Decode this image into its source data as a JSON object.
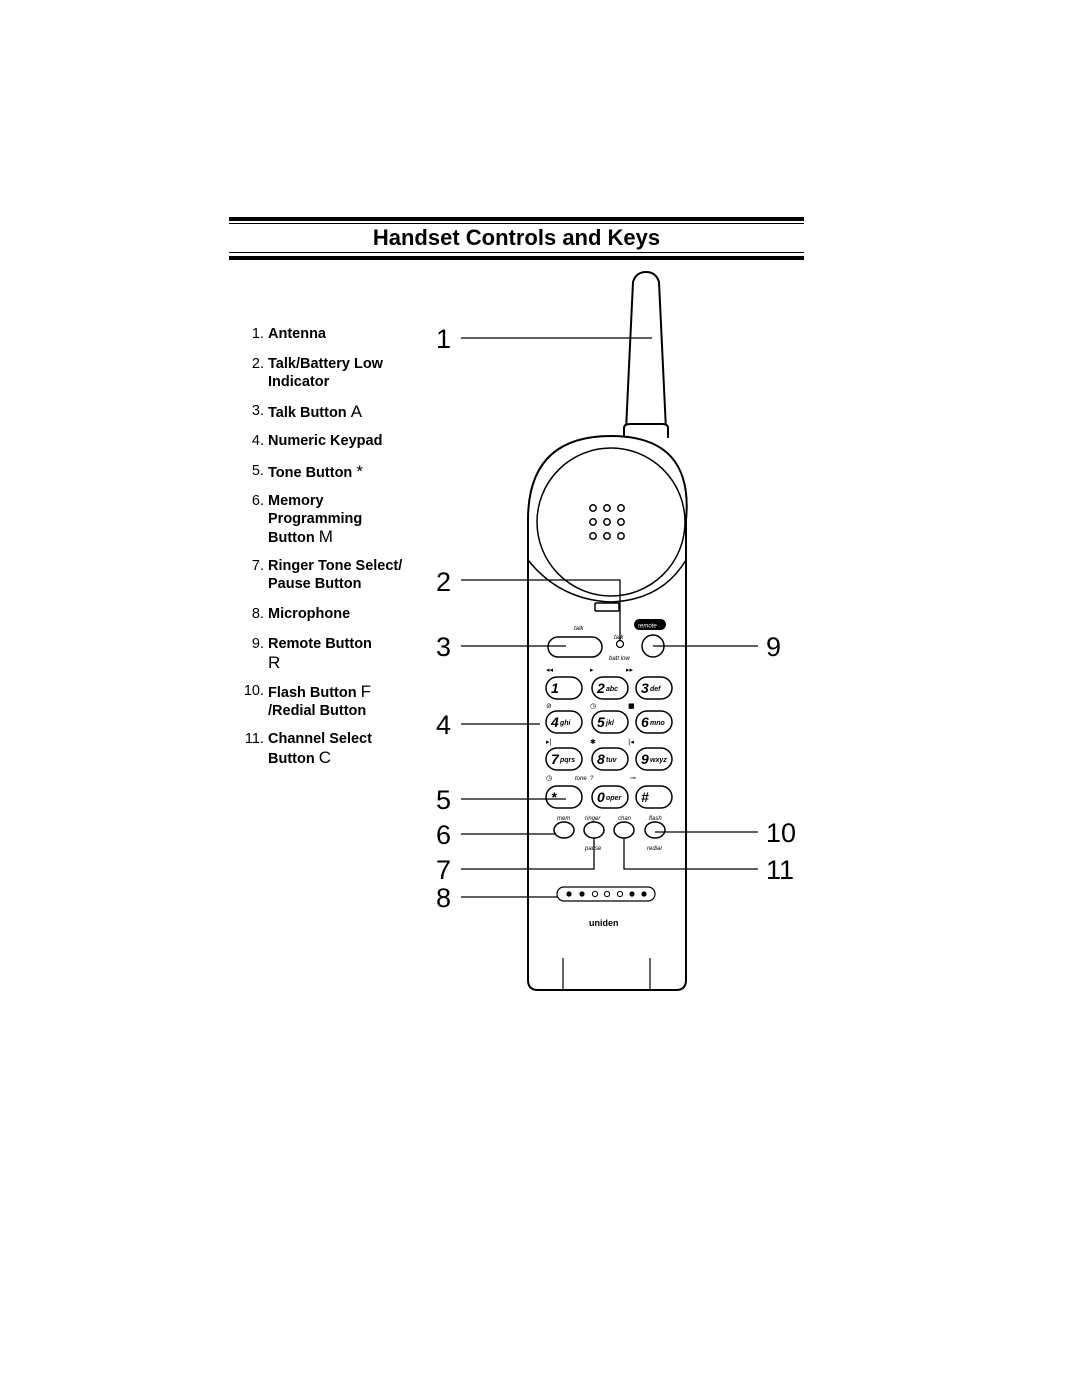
{
  "page": {
    "title": "Handset Controls and Keys"
  },
  "legend": [
    {
      "num": "1.",
      "lines": [
        "Antenna"
      ],
      "glyph": ""
    },
    {
      "num": "2.",
      "lines": [
        "Talk/Battery Low",
        "Indicator"
      ],
      "glyph": ""
    },
    {
      "num": "3.",
      "lines": [
        "Talk Button"
      ],
      "glyph": "A"
    },
    {
      "num": "4.",
      "lines": [
        "Numeric Keypad"
      ],
      "glyph": ""
    },
    {
      "num": "5.",
      "lines": [
        "Tone Button"
      ],
      "glyph": "*"
    },
    {
      "num": "6.",
      "lines": [
        "Memory",
        "Programming",
        "Button"
      ],
      "glyph": "M"
    },
    {
      "num": "7.",
      "lines": [
        "Ringer Tone Select/",
        "Pause Button"
      ],
      "glyph": ""
    },
    {
      "num": "8.",
      "lines": [
        "Microphone"
      ],
      "glyph": ""
    },
    {
      "num": "9.",
      "lines": [
        "Remote Button",
        ""
      ],
      "glyph": "R"
    },
    {
      "num": "10.",
      "lines": [
        "Flash Button",
        "/Redial Button"
      ],
      "glyph": "F"
    },
    {
      "num": "11.",
      "lines": [
        "Channel Select",
        "Button"
      ],
      "glyph": "C"
    }
  ],
  "callouts": [
    "1",
    "2",
    "3",
    "4",
    "5",
    "6",
    "7",
    "8",
    "9",
    "10",
    "11"
  ],
  "phone": {
    "brand": "uniden",
    "top_labels": {
      "talk": "talk",
      "talk_led": "talk",
      "batt_low": "batt low",
      "remote": "remote"
    },
    "keys": [
      {
        "digit": "1",
        "letters": ""
      },
      {
        "digit": "2",
        "letters": "abc"
      },
      {
        "digit": "3",
        "letters": "def"
      },
      {
        "digit": "4",
        "letters": "ghi"
      },
      {
        "digit": "5",
        "letters": "jkl"
      },
      {
        "digit": "6",
        "letters": "mno"
      },
      {
        "digit": "7",
        "letters": "pqrs"
      },
      {
        "digit": "8",
        "letters": "tuv"
      },
      {
        "digit": "9",
        "letters": "wxyz"
      },
      {
        "digit": "*",
        "letters": ""
      },
      {
        "digit": "0",
        "letters": "oper"
      },
      {
        "digit": "#",
        "letters": ""
      }
    ],
    "tone_label": "tone",
    "bottom_row_labels": [
      "mem",
      "ringer",
      "chan",
      "flash"
    ],
    "below_labels": {
      "pause": "pause",
      "redial": "redial"
    }
  }
}
